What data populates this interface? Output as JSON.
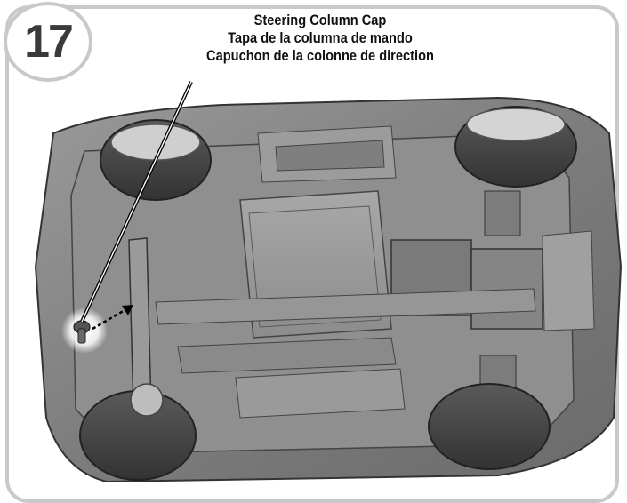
{
  "step": {
    "number": "17"
  },
  "callout": {
    "line_en": "Steering Column Cap",
    "line_es": "Tapa de la columna de mando",
    "line_fr": "Capuchon de la colonne de direction"
  },
  "colors": {
    "frame": "#c9c9c9",
    "body": "#8a8a8a",
    "tire": "#4a4a4a",
    "highlight": "#ffffff"
  },
  "icons": {
    "leader": "leader-line",
    "arrow": "dashed-arrow-icon"
  }
}
